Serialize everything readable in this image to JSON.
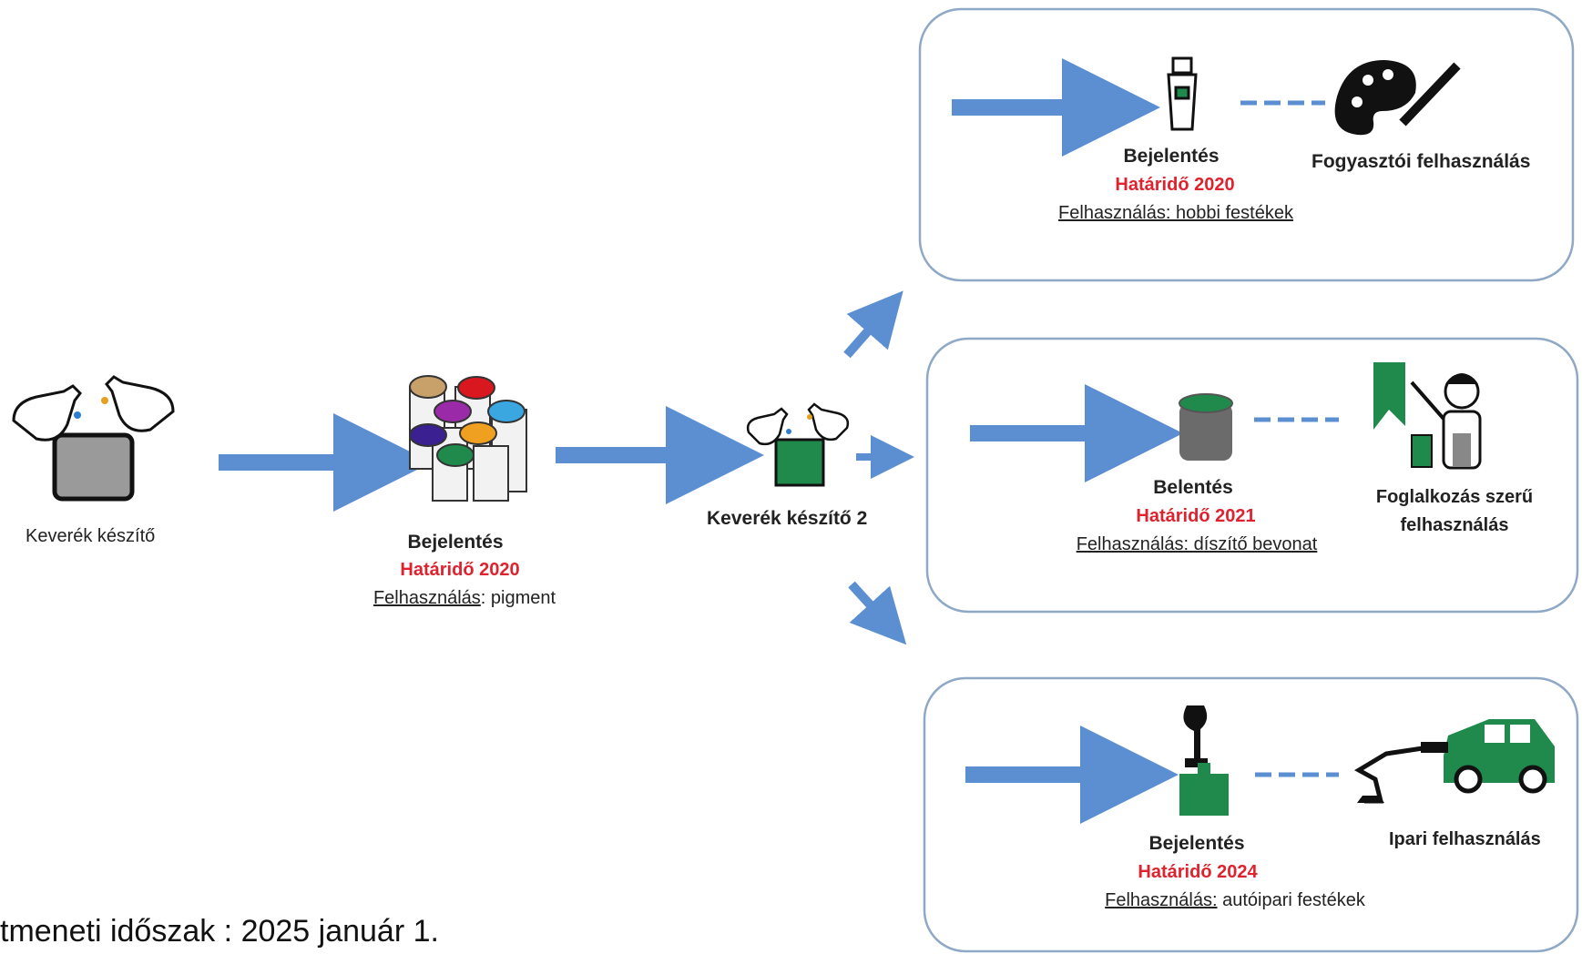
{
  "stages": {
    "start": {
      "label": "Keverék készítő"
    },
    "pigment": {
      "title": "Bejelentés",
      "deadline": "Határidő 2020",
      "use_label": "Felhasználás",
      "use_value": ": pigment"
    },
    "mixer2": {
      "label": "Keverék készítő 2"
    }
  },
  "branches": {
    "consumer": {
      "title": "Bejelentés",
      "deadline": "Határidő 2020",
      "use_label": "Felhasználás: hobbi festékek",
      "use_value": "",
      "end_label": "Fogyasztói felhasználás"
    },
    "professional": {
      "title": "Belentés",
      "deadline": "Határidő 2021",
      "use_label": "Felhasználás: díszítő bevonat",
      "use_value": "",
      "end_label_1": "Foglalkozás szerű",
      "end_label_2": "felhasználás"
    },
    "industrial": {
      "title": "Bejelentés",
      "deadline": "Határidő 2024",
      "use_label": "Felhasználás:",
      "use_value": " autóipari festékek",
      "end_label": "Ipari felhasználás"
    }
  },
  "footer_text": "tmeneti időszak : 2025 január 1.",
  "colors": {
    "arrow": "#5b8fd1",
    "deadline": "#e0222e",
    "paint_green": "#1f8a4c",
    "box_border": "#8fa8c6"
  },
  "icons": [
    "bottles-pot-icon",
    "paint-cans-icon",
    "mixing-bowl-icon",
    "paint-tube-icon",
    "palette-icon",
    "paint-bucket-icon",
    "painter-icon",
    "spray-gun-icon",
    "robot-car-icon"
  ]
}
